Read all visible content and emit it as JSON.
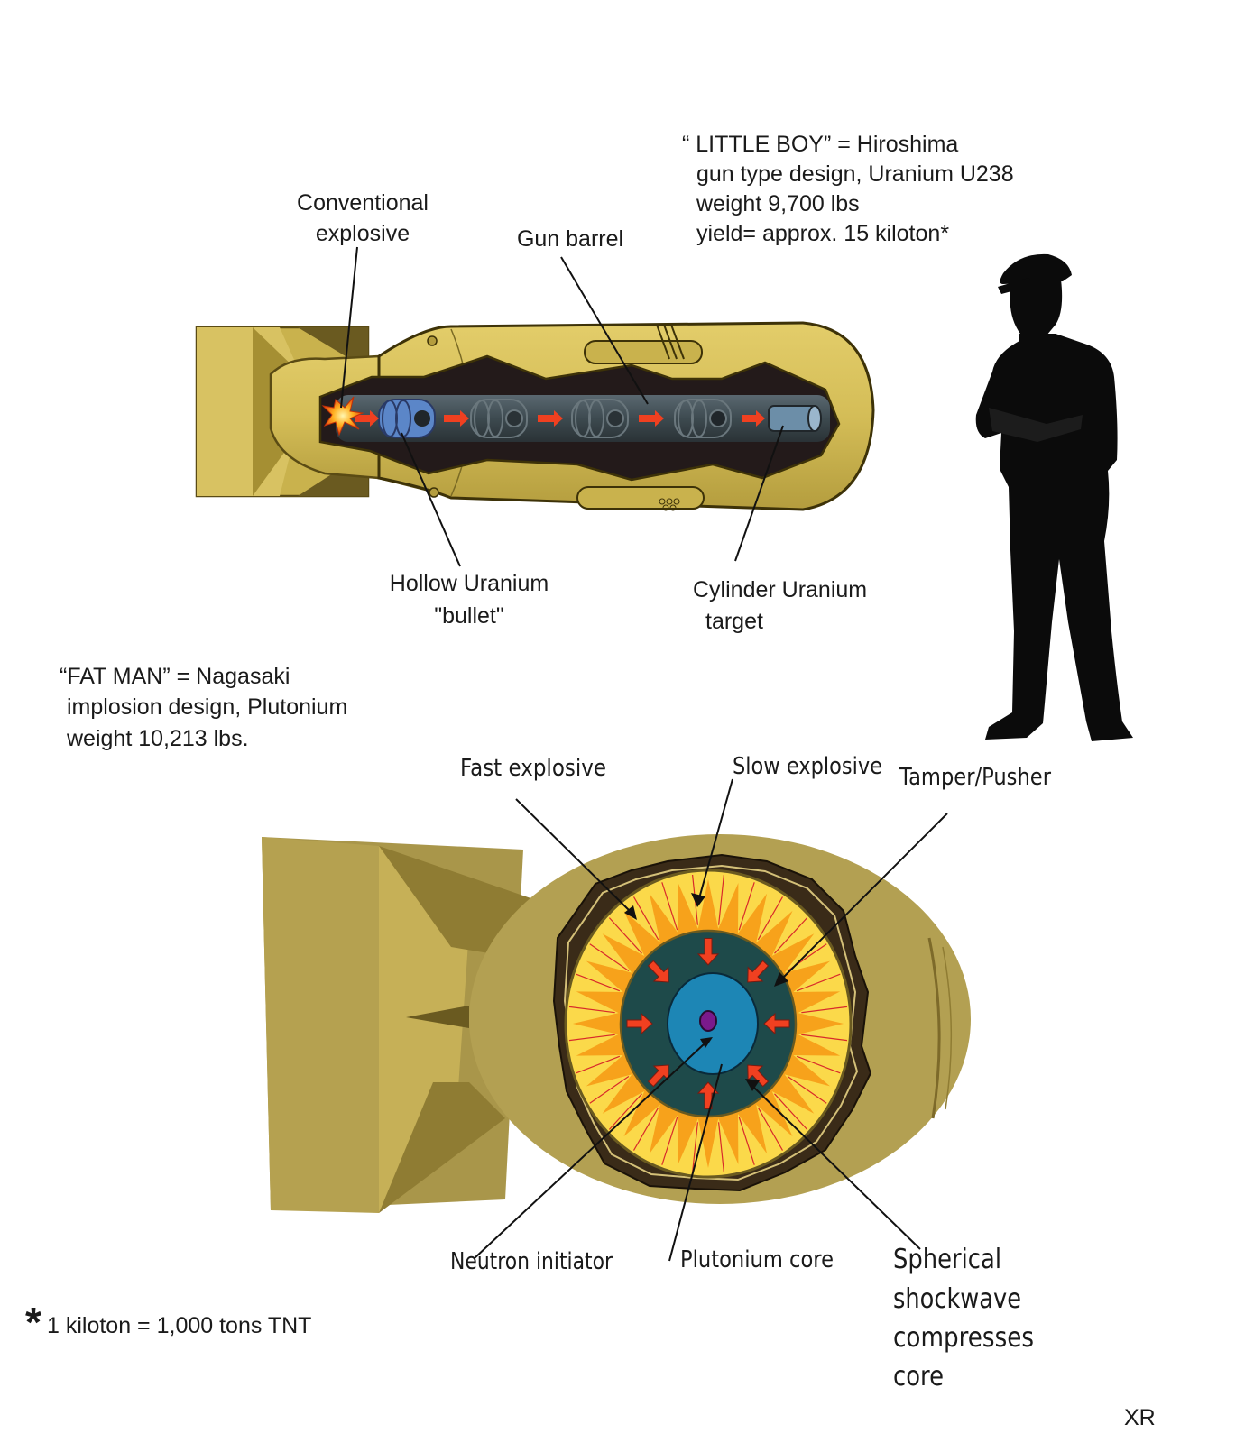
{
  "little_boy": {
    "title": "“ LITTLE BOY” = Hiroshima",
    "design": "gun type design, Uranium U238",
    "weight": "weight 9,700 lbs",
    "yield": "yield= approx. 15 kiloton*"
  },
  "little_boy_labels": {
    "conventional_1": "Conventional",
    "conventional_2": "explosive",
    "gun_barrel": "Gun barrel",
    "bullet_1": "Hollow Uranium",
    "bullet_2": "\"bullet\"",
    "target_1": "Cylinder Uranium",
    "target_2": "target"
  },
  "fat_man": {
    "title": "“FAT MAN” = Nagasaki",
    "design": "implosion design, Plutonium",
    "weight": "weight 10,213 lbs."
  },
  "fat_man_labels": {
    "fast": "Fast explosive",
    "slow": "Slow explosive",
    "tamper": "Tamper/Pusher",
    "neutron": "Neutron initiator",
    "core": "Plutonium core",
    "shock_1": "Spherical",
    "shock_2": "shockwave",
    "shock_3": "compresses",
    "shock_4": "core"
  },
  "footnote": {
    "star": "*",
    "text": "1 kiloton = 1,000 tons TNT"
  },
  "signature": "XR",
  "colors": {
    "casing": "#d4bd57",
    "casing_dark": "#8f7b2c",
    "barrel": "#3d4a50",
    "fast_explosive": "#fbd94a",
    "slow_explosive": "#f7a21b",
    "tamper": "#1e4a4a",
    "core": "#1d86b5",
    "initiator": "#7a1a8c",
    "arrow": "#f04020",
    "silhouette": "#0b0b0b"
  }
}
